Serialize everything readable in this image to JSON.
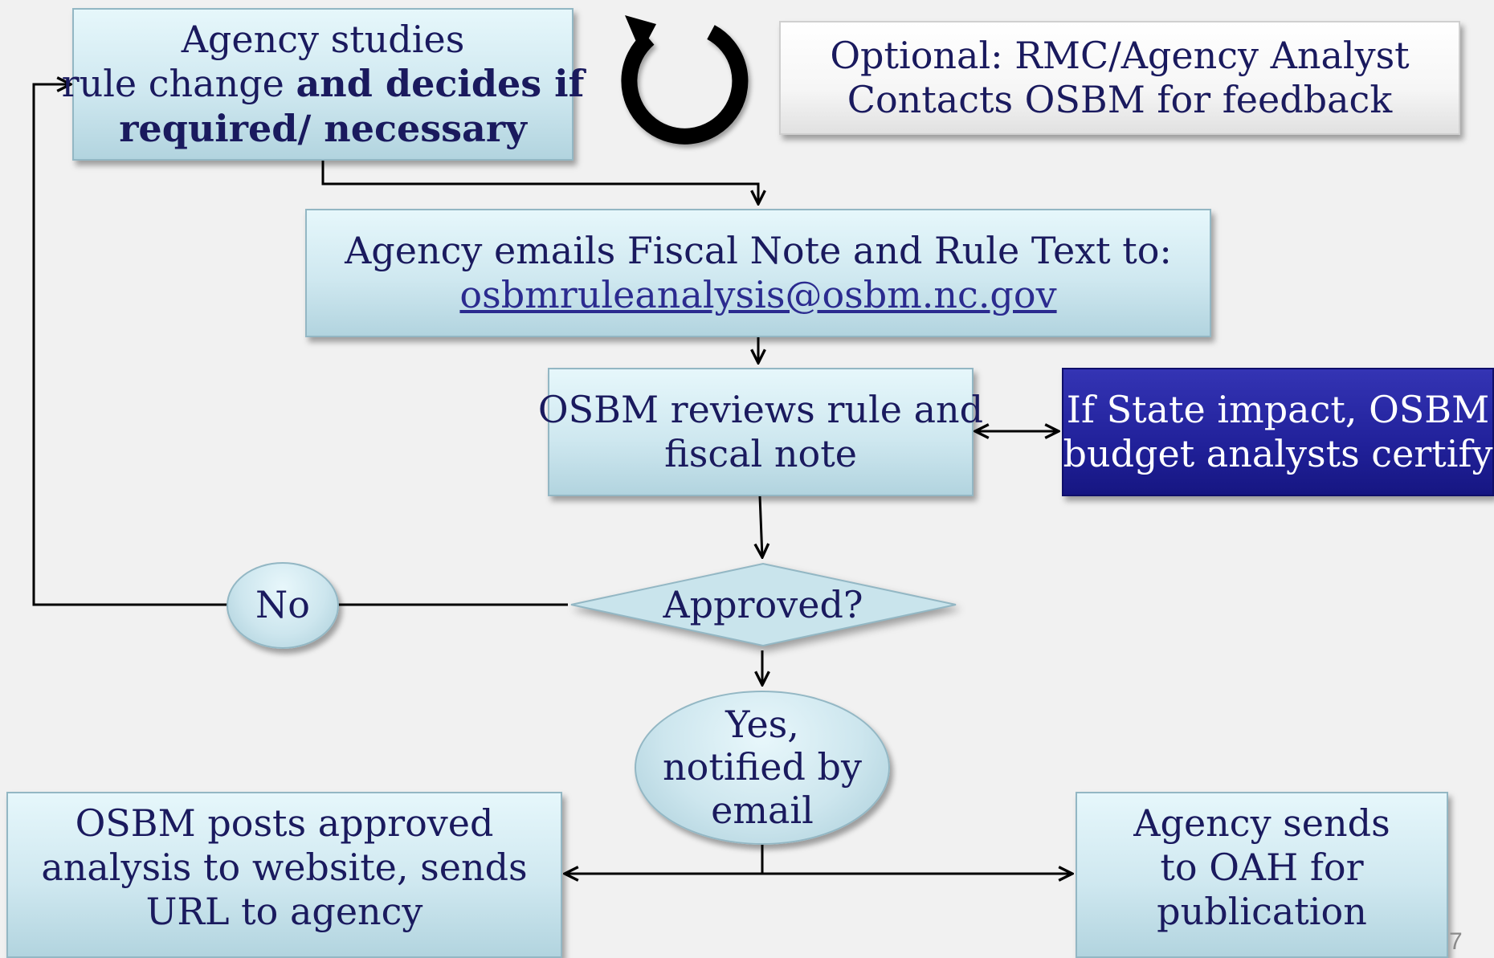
{
  "nodes": {
    "agency_studies": {
      "line1": "Agency studies",
      "line2_plain": "rule change ",
      "line2_bold": "and decides if",
      "line3_bold": "required/ necessary"
    },
    "optional": {
      "line1": "Optional: RMC/Agency Analyst",
      "line2": "Contacts OSBM for feedback"
    },
    "agency_emails": {
      "line1": "Agency emails Fiscal Note and Rule Text to:",
      "email": "osbmruleanalysis@osbm.nc.gov"
    },
    "osbm_reviews": {
      "line1": "OSBM reviews rule and",
      "line2": "fiscal note"
    },
    "state_impact": {
      "line1": "If State impact, OSBM",
      "line2": "budget analysts certify"
    },
    "approved": {
      "label": "Approved?"
    },
    "no": {
      "label": "No"
    },
    "yes": {
      "line1": "Yes,",
      "line2": "notified by",
      "line3": "email"
    },
    "osbm_posts": {
      "line1": "OSBM posts approved",
      "line2": "analysis to website, sends",
      "line3": "URL to agency"
    },
    "agency_sends": {
      "line1": "Agency sends",
      "line2": "to OAH for",
      "line3": "publication"
    }
  },
  "page_number": "7",
  "colors": {
    "background": "#f1f1f1",
    "box_text": "#1a1a5e",
    "highlight_box": "#21219a",
    "connector": "#000000"
  },
  "icons": {
    "cycle": "circular-arrow-icon"
  }
}
